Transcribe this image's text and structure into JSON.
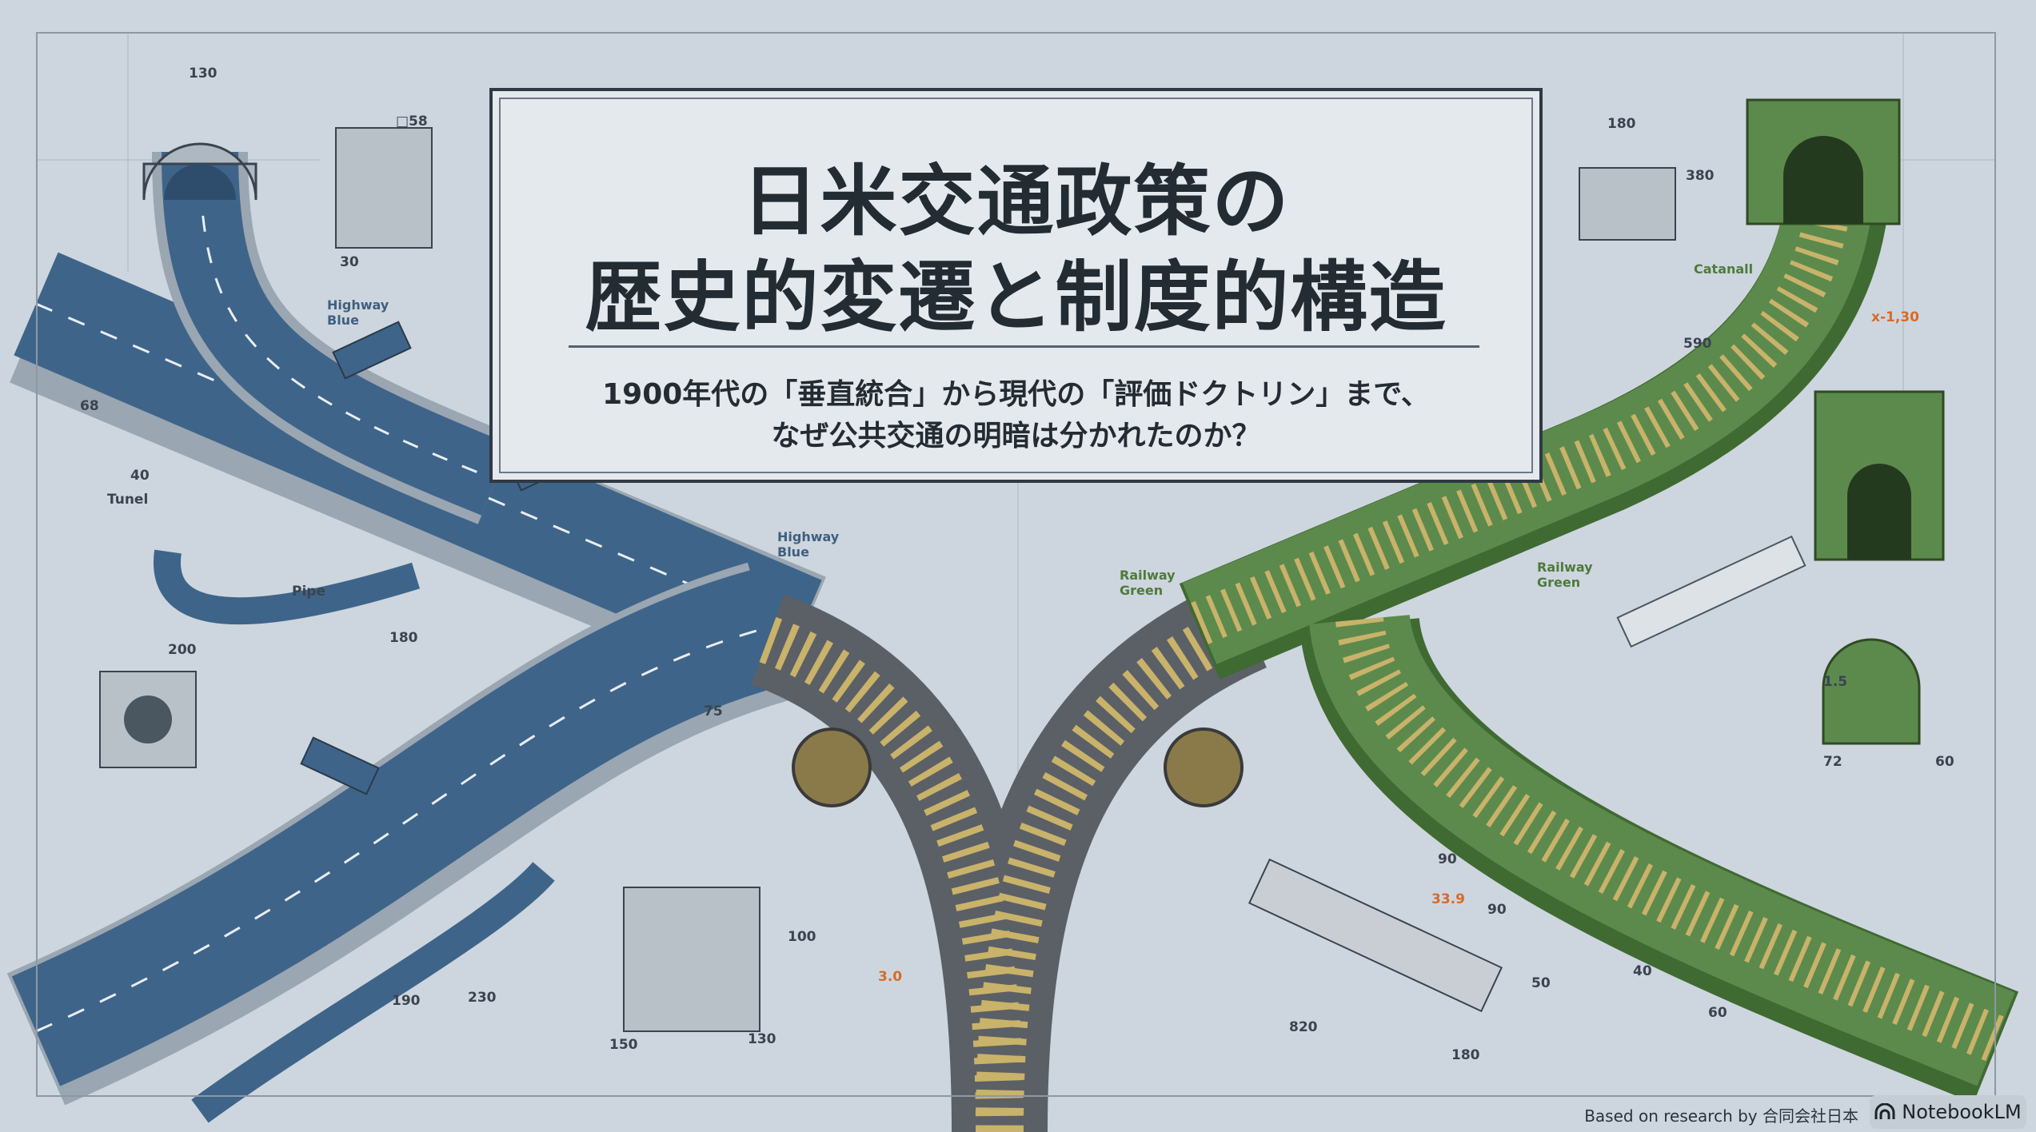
{
  "title": {
    "line1": "日米交通政策の",
    "line2": "歴史的変遷と制度的構造"
  },
  "subtitle": {
    "line1": "1900年代の「垂直統合」から現代の「評価ドクトリン」まで、",
    "line2": "なぜ公共交通の明暗は分かれたのか？"
  },
  "labels": {
    "highway_blue_1": "Highway\nBlue",
    "highway_blue_2": "Highway\nBlue",
    "railway_green_1": "Railway\nGreen",
    "railway_green_2": "Railway\nGreen",
    "tunnel": "Tunel",
    "pipe": "Pipe",
    "catenary": "Catanall"
  },
  "dimensions": {
    "d130_top": "130",
    "d58": "□58",
    "d30": "30",
    "d68": "68",
    "d40": "40",
    "d200": "200",
    "d180_pipe": "180",
    "d75": "75",
    "d100": "100",
    "d150": "150",
    "d130_bottom": "130",
    "d190": "190",
    "d230": "230",
    "d3_0": "3.0",
    "d33_9": "33.9",
    "d820": "820",
    "d180_sleeper": "180",
    "d50": "50",
    "d90_a": "90",
    "d90_b": "90",
    "d40_b": "40",
    "d60_b": "60",
    "d1_5": "1.5",
    "d72": "72",
    "d60": "60",
    "d180_bridge": "180",
    "d380": "380",
    "dx130": "x-1,30",
    "d590": "590"
  },
  "footer": {
    "credit": "Based on research by 合同会社日本",
    "brand": "NotebookLM"
  },
  "colors": {
    "background": "#cdd6de",
    "highway": "#3f6489",
    "railway": "#5c8a4c",
    "track": "#5b6066",
    "rail_gold": "#c9b26a",
    "accent": "#d86a2a"
  }
}
